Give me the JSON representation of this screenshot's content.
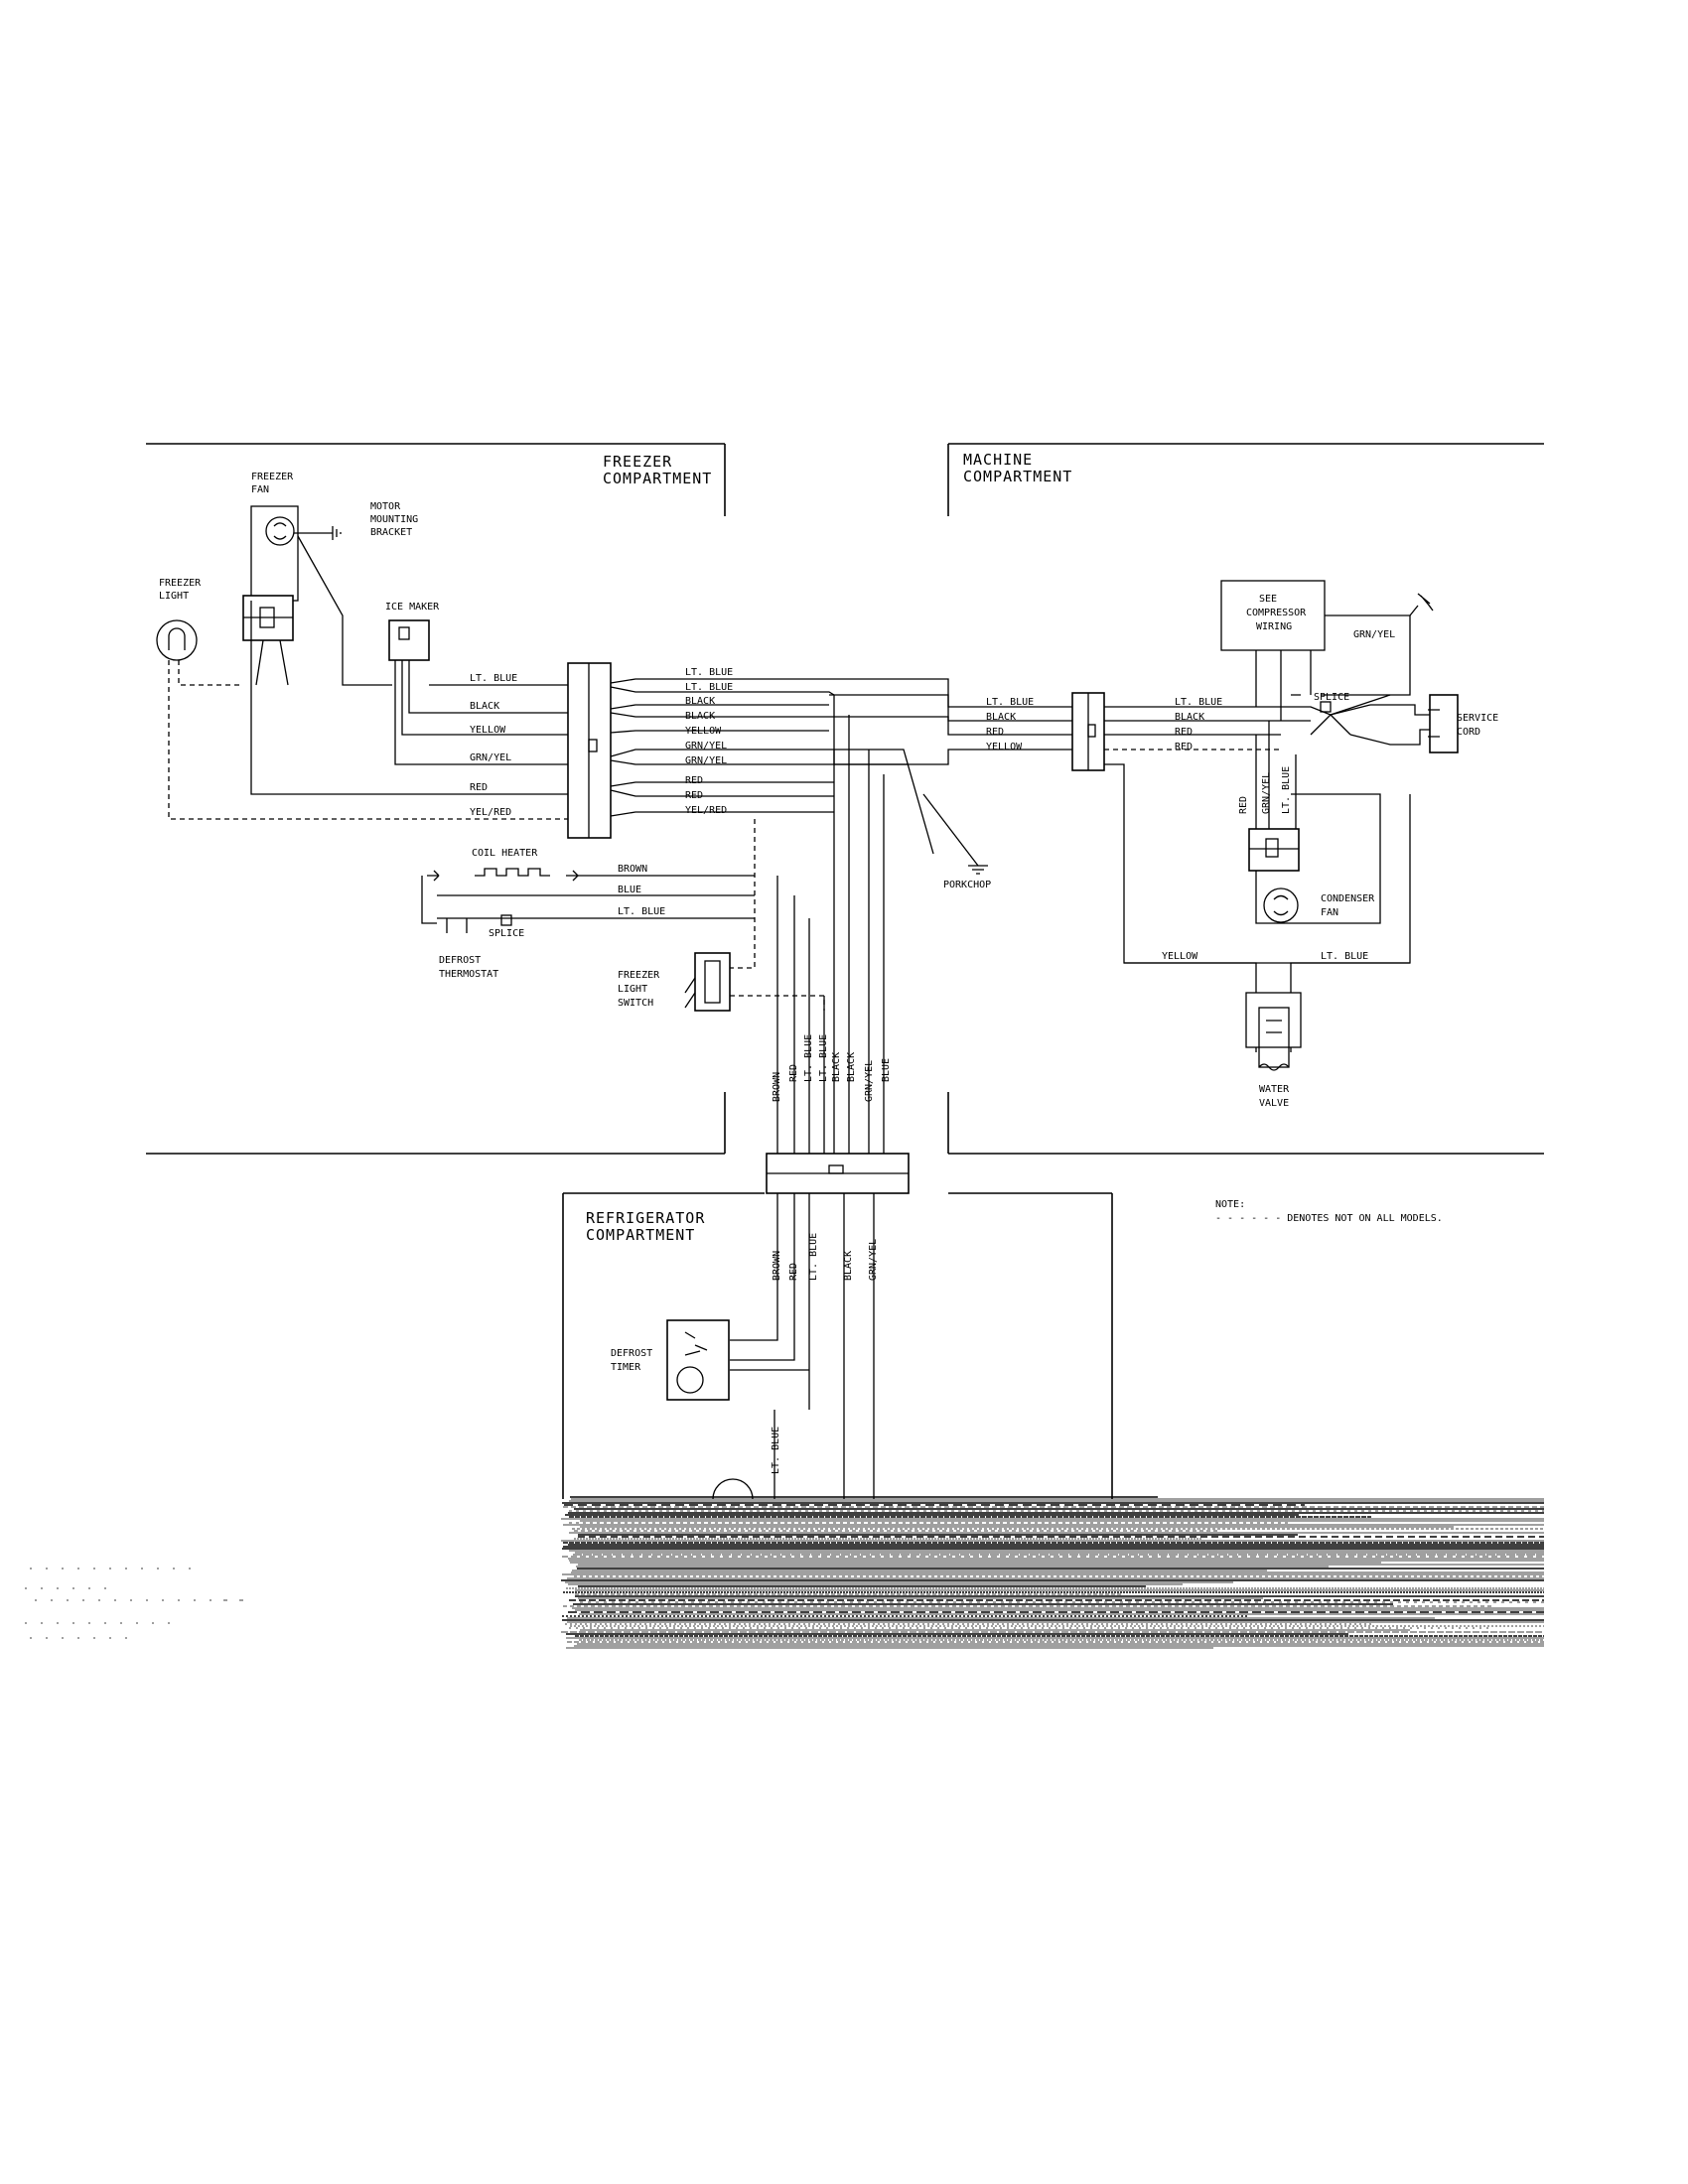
{
  "compartments": {
    "freezer": [
      "FREEZER",
      "COMPARTMENT"
    ],
    "machine": [
      "MACHINE",
      "COMPARTMENT"
    ],
    "refrigerator": [
      "REFRIGERATOR",
      "COMPARTMENT"
    ]
  },
  "components": {
    "freezer_fan": [
      "FREEZER",
      "FAN"
    ],
    "motor_bracket": [
      "MOTOR",
      "MOUNTING",
      "BRACKET"
    ],
    "freezer_light": [
      "FREEZER",
      "LIGHT"
    ],
    "ice_maker": "ICE MAKER",
    "compressor": [
      "SEE",
      "COMPRESSOR",
      "WIRING"
    ],
    "splice_machine": "SPLICE",
    "service_cord": [
      "SERVICE",
      "CORD"
    ],
    "condenser_fan": [
      "CONDENSER",
      "FAN"
    ],
    "water_valve": [
      "WATER",
      "VALVE"
    ],
    "porkchop": "PORKCHOP",
    "coil_heater": "COIL HEATER",
    "splice_heater": "SPLICE",
    "defrost_thermostat": [
      "DEFROST",
      "THERMOSTAT"
    ],
    "freezer_light_switch": [
      "FREEZER",
      "LIGHT",
      "SWITCH"
    ],
    "defrost_timer": [
      "DEFROST",
      "TIMER"
    ]
  },
  "wires": {
    "left_harness": [
      "LT. BLUE",
      "BLACK",
      "YELLOW",
      "GRN/YEL",
      "RED",
      "YEL/RED"
    ],
    "mid_harness": [
      "LT. BLUE",
      "LT. BLUE",
      "BLACK",
      "BLACK",
      "YELLOW",
      "GRN/YEL",
      "GRN/YEL",
      "RED",
      "RED",
      "YEL/RED"
    ],
    "to_machine": [
      "LT. BLUE",
      "BLACK",
      "RED",
      "YELLOW"
    ],
    "machine_right": [
      "LT. BLUE",
      "BLACK",
      "RED",
      "RED"
    ],
    "ground": "GRN/YEL",
    "condenser_vertical": [
      "RED",
      "GRN/YEL",
      "LT. BLUE"
    ],
    "valve": [
      "YELLOW",
      "LT. BLUE"
    ],
    "heater": [
      "BROWN",
      "BLUE",
      "LT. BLUE"
    ],
    "down_vertical": [
      "BROWN",
      "RED",
      "LT. BLUE",
      "LT. BLUE",
      "BLACK",
      "BLACK",
      "GRN/YEL",
      "BLUE"
    ],
    "fridge_vertical": [
      "BROWN",
      "RED",
      "LT. BLUE",
      "BLACK",
      "GRN/YEL"
    ],
    "timer_blue": "LT. BLUE"
  },
  "note": {
    "heading": "NOTE:",
    "text": "- - - - - -  DENOTES NOT ON ALL MODELS."
  }
}
